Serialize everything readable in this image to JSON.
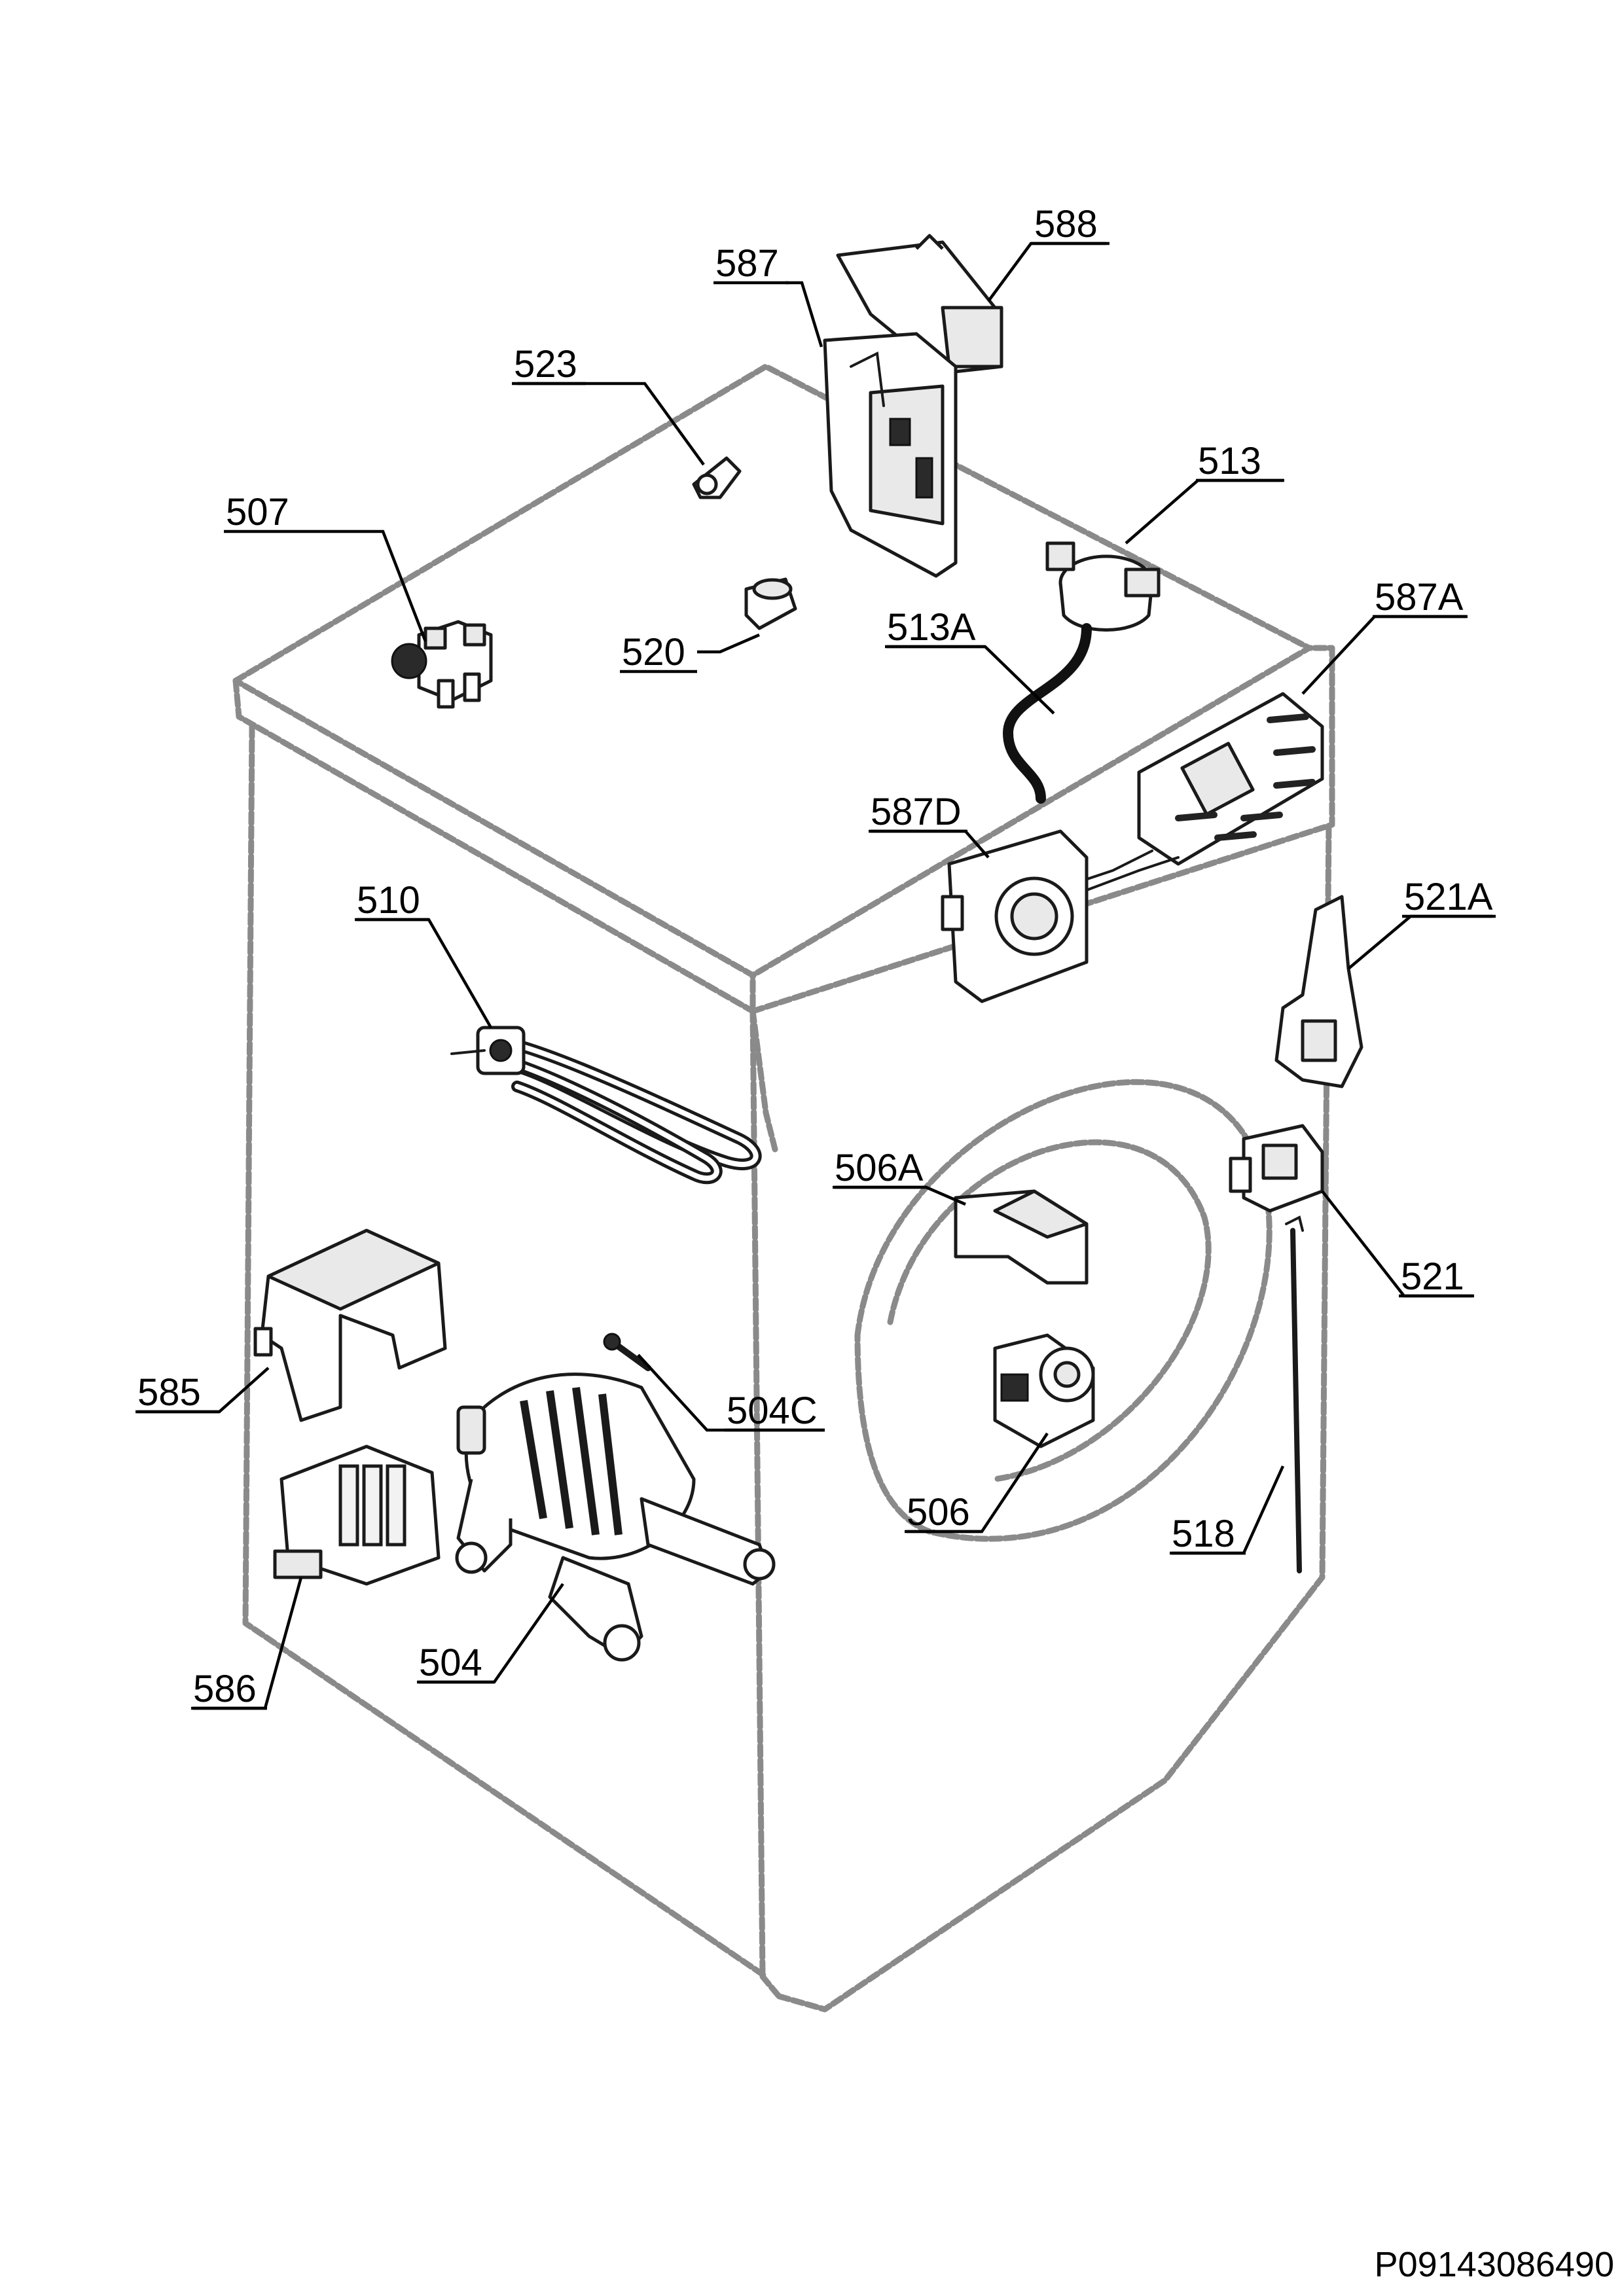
{
  "diagram_code": "P09143086490",
  "callouts": [
    {
      "id": "588",
      "text": "588"
    },
    {
      "id": "587",
      "text": "587"
    },
    {
      "id": "523",
      "text": "523"
    },
    {
      "id": "513",
      "text": "513"
    },
    {
      "id": "507",
      "text": "507"
    },
    {
      "id": "587A",
      "text": "587A"
    },
    {
      "id": "513A",
      "text": "513A"
    },
    {
      "id": "520",
      "text": "520"
    },
    {
      "id": "587D",
      "text": "587D"
    },
    {
      "id": "510",
      "text": "510"
    },
    {
      "id": "521A",
      "text": "521A"
    },
    {
      "id": "506A",
      "text": "506A"
    },
    {
      "id": "521",
      "text": "521"
    },
    {
      "id": "585",
      "text": "585"
    },
    {
      "id": "504C",
      "text": "504C"
    },
    {
      "id": "506",
      "text": "506"
    },
    {
      "id": "518",
      "text": "518"
    },
    {
      "id": "586",
      "text": "586"
    },
    {
      "id": "504",
      "text": "504"
    }
  ]
}
